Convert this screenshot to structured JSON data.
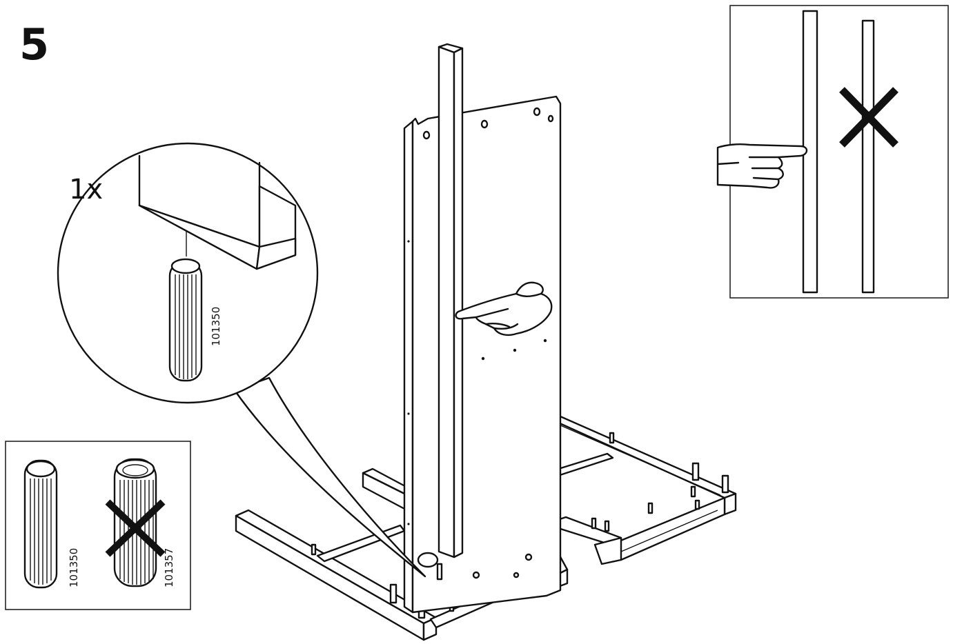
{
  "step": {
    "number": "5"
  },
  "detail_callout": {
    "quantity": "1x",
    "part_number": "101350"
  },
  "dowel_comparison": {
    "correct_part_number": "101350",
    "wrong_part_number": "101357"
  }
}
